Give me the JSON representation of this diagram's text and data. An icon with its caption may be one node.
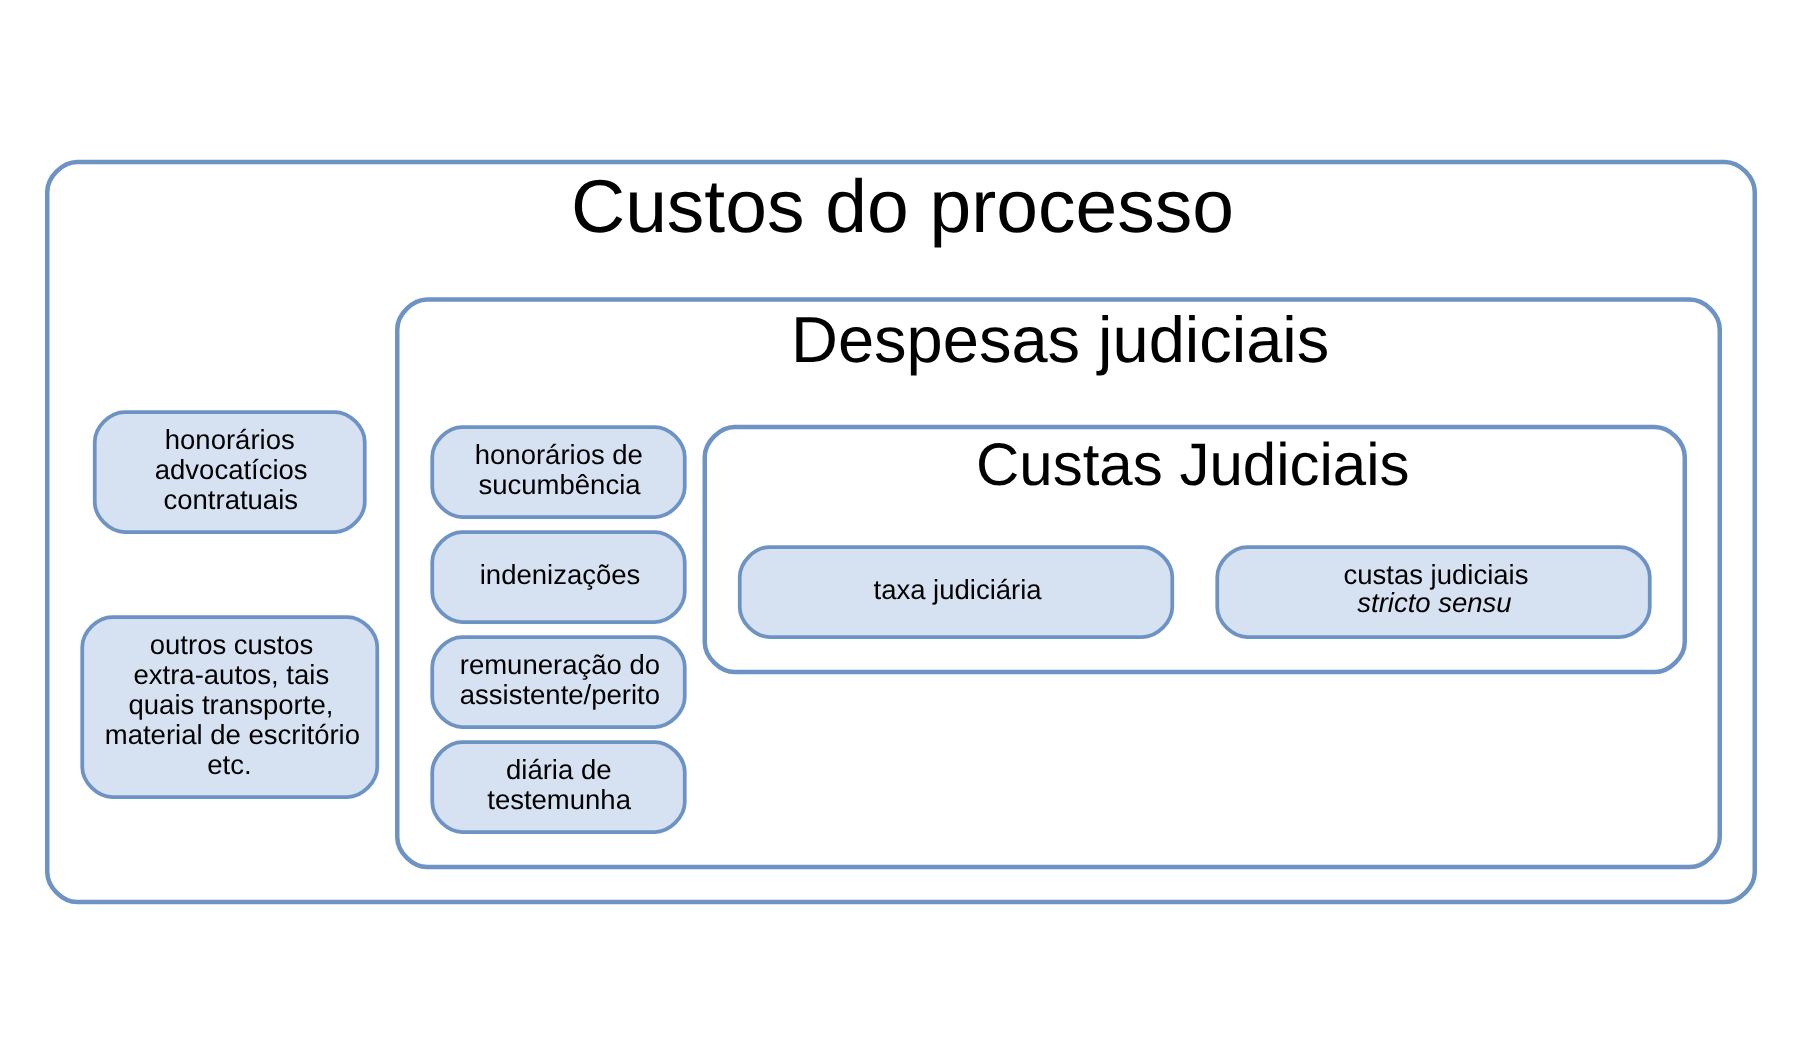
{
  "diagram": {
    "nodes": [
      {
        "text": [
          "Custos do processo"
        ]
      },
      {
        "text": [
          "honorários advocatícios contratuais"
        ],
        "in": 0
      },
      {
        "text": [
          "outros custos extra-autos, tais quais transporte, material de escritório etc."
        ],
        "in": 0
      },
      {
        "text": [
          "Despesas judiciais"
        ],
        "in": 0
      },
      {
        "text": [
          "honorários de sucumbência"
        ],
        "in": 3
      },
      {
        "text": [
          "indenizações"
        ],
        "in": 3
      },
      {
        "text": [
          "remuneração do assistente/perito"
        ],
        "in": 3
      },
      {
        "text": [
          "diária de testemunha"
        ],
        "in": 3
      },
      {
        "text": [
          "Custas Judiciais"
        ],
        "in": 3
      },
      {
        "text": [
          "taxa judiciária"
        ],
        "in": 8
      },
      {
        "text": [
          "custas judiciais *stricto sensu*"
        ],
        "in": 8
      }
    ]
  }
}
